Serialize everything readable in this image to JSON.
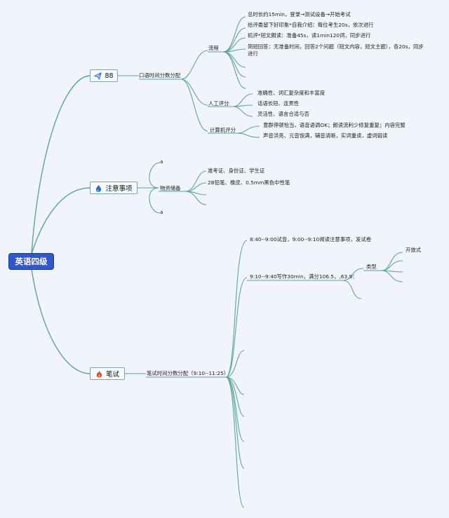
{
  "root": {
    "label": "英语四级"
  },
  "branches": {
    "oral": {
      "label": "88",
      "icon": "paper-plane-icon",
      "sub": "口语时间分数分配",
      "process": {
        "label": "流程",
        "items": [
          "总时长约15min，登录→测试设备→开始考试",
          "给评委留下好印象*自我介绍：每位考生20s，依次进行",
          "机评*短文朗读：准备45s，读1min120词，同步进行",
          "简短回答：无准备时间，回答2个问题（短文内容，短文主题），各20s，同步进行"
        ]
      },
      "human_score": {
        "label": "人工评分",
        "items": [
          "准确性、词汇复杂度和丰富度",
          "话语长短、连贯性",
          "灵活性、语言合适与否"
        ]
      },
      "machine_score": {
        "label": "计算机评分",
        "items": [
          "意群停顿恰当，语音语调OK；朗读流利少修复重复；内容完整",
          "声音洪亮、元音饱满，辅音清晰，实词重读，虚词弱读"
        ]
      }
    },
    "notice": {
      "label": "注意事项",
      "icon": "water-drop-icon",
      "sub": "物资储备",
      "top_mark": "a",
      "bottom_mark": "a",
      "items": [
        "准考证、身份证、学生证",
        "2B铅笔、橡皮、0.5mm黑色中性笔"
      ]
    },
    "written": {
      "label": "笔试",
      "icon": "fire-icon",
      "sub": "笔试时间分数分配（9:10--11:25）",
      "items": [
        "8:40--9:00试音，9:00--9:10阅读注意事项，发试卷",
        "9:10--9:40写作30min，满分106.5，,63.9："
      ],
      "type_label": "类型",
      "type_item": "开放式"
    }
  },
  "colors": {
    "line": "#5aa5a0",
    "root_bg": "#2f59c9",
    "background": "#f2f4fb"
  }
}
